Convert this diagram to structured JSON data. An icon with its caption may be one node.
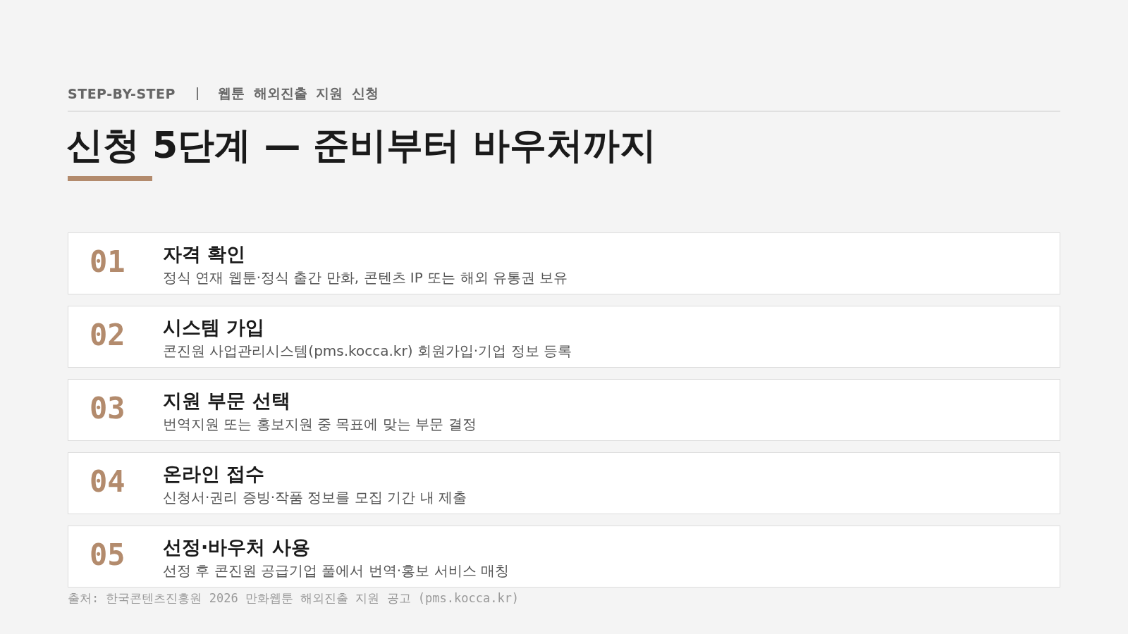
{
  "diagram": {
    "title": "신청 5단계 — 준비부터 바우처까지",
    "caption": "출처: 한국콘텐츠진흥원 2026 만화웹툰 해외진출 지원 공고 (pms.kocca.kr)",
    "labels": [
      "STEP-BY-STEP",
      "웹툰 해외진출 지원 신청"
    ],
    "nodes": [
      {
        "text": [
          "01",
          "자격 확인",
          "정식 연재 웹툰·정식 출간 만화, 콘텐츠 IP 또는 해외 유통권 보유"
        ]
      },
      {
        "text": [
          "02",
          "시스템 가입",
          "콘진원 사업관리시스템(pms.kocca.kr) 회원가입·기업 정보 등록"
        ]
      },
      {
        "text": [
          "03",
          "지원 부문 선택",
          "번역지원 또는 홍보지원 중 목표에 맞는 부문 결정"
        ]
      },
      {
        "text": [
          "04",
          "온라인 접수",
          "신청서·권리 증빙·작품 정보를 모집 기간 내 제출"
        ]
      },
      {
        "text": [
          "05",
          "선정·바우처 사용",
          "선정 후 콘진원 공급기업 풀에서 번역·홍보 서비스 매칭"
        ]
      }
    ]
  }
}
